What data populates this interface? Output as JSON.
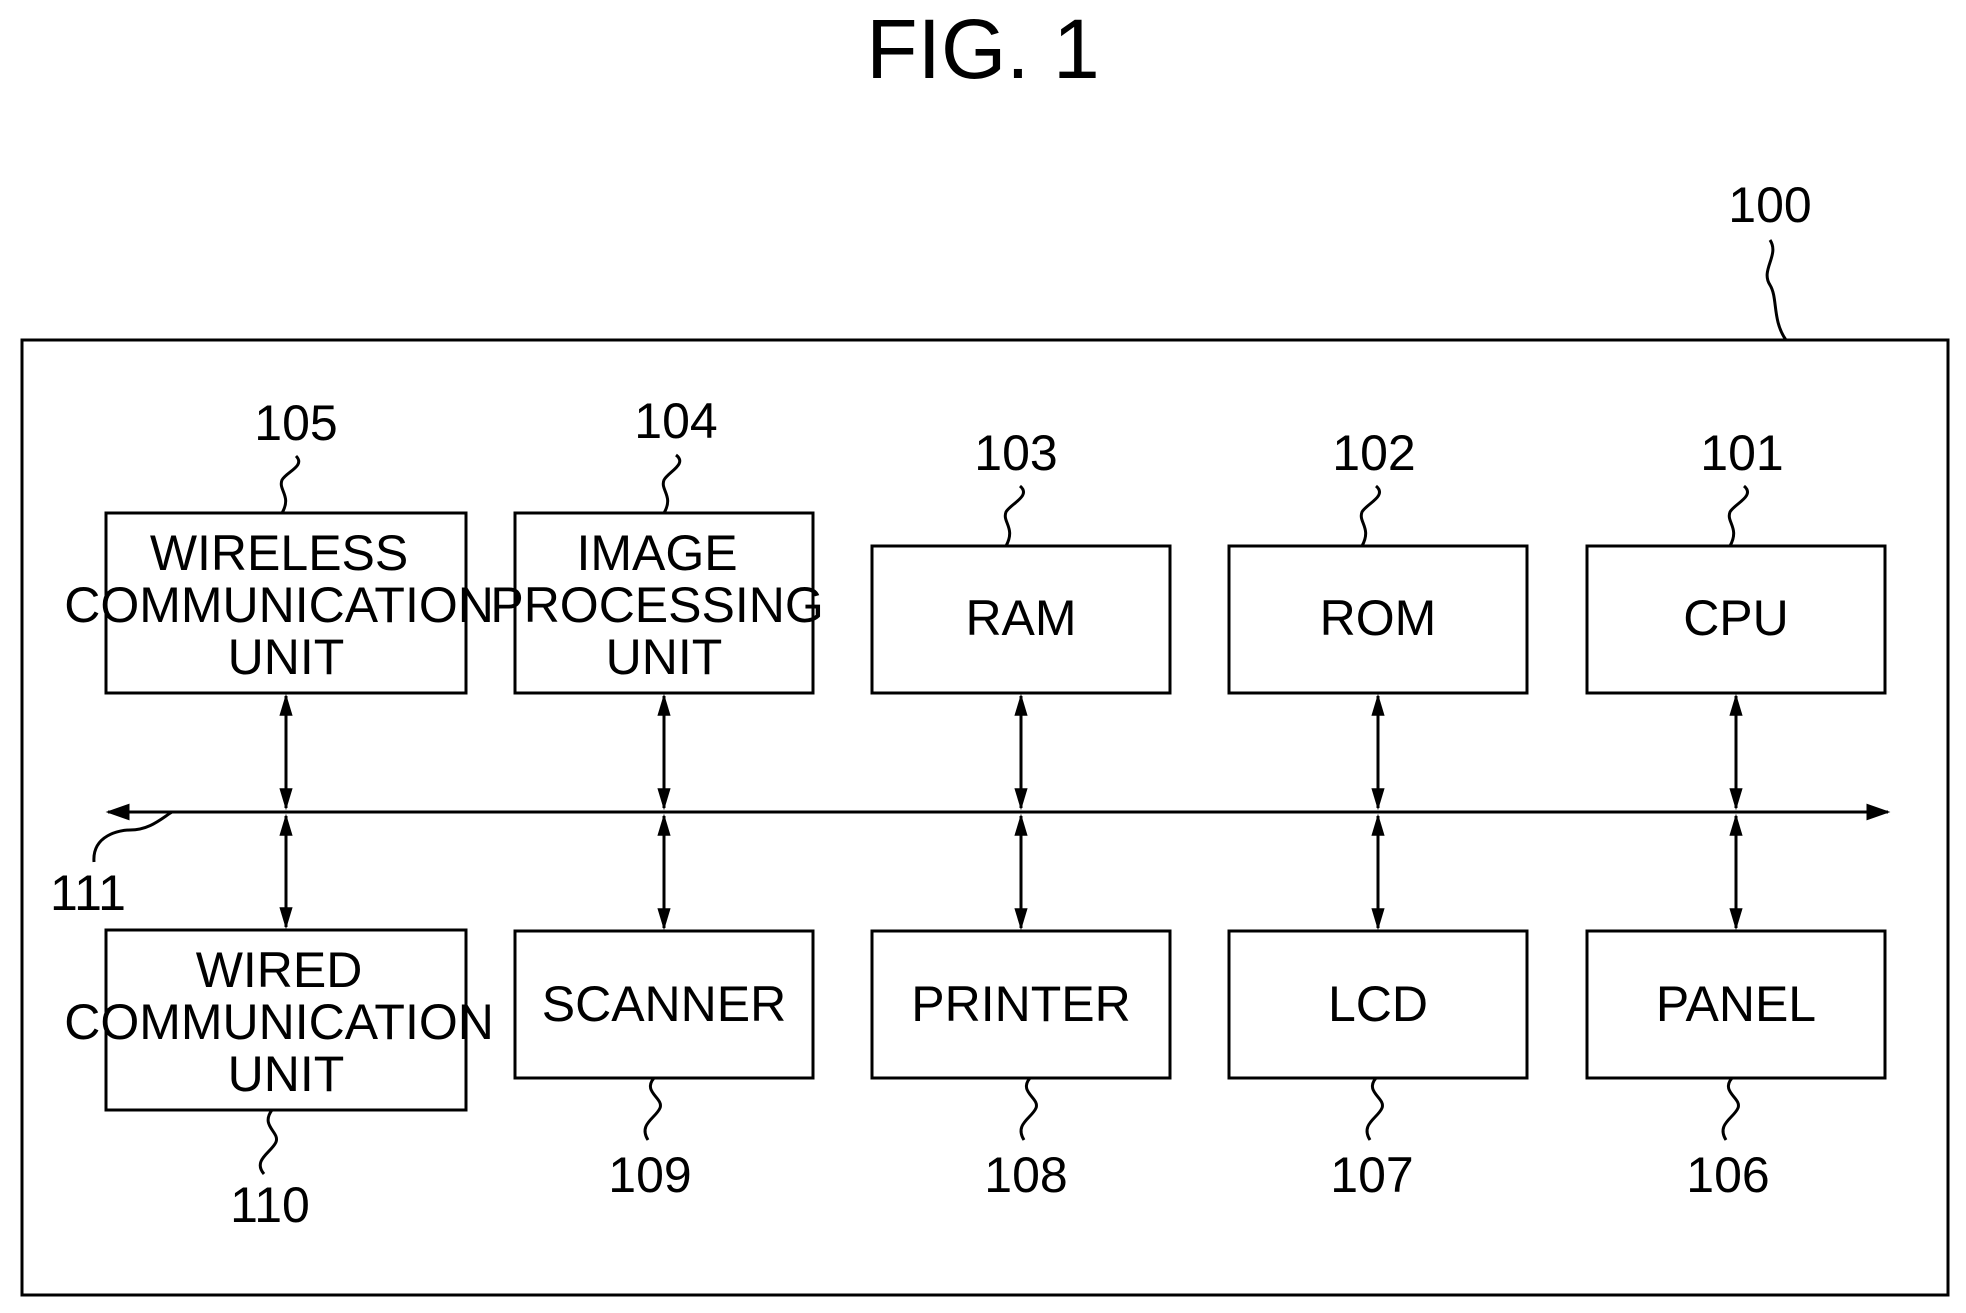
{
  "figure": {
    "title": "FIG. 1",
    "device_ref": "100",
    "bus_ref": "111"
  },
  "blocks": {
    "wireless": {
      "lines": [
        "WIRELESS",
        "COMMUNICATION",
        "UNIT"
      ],
      "ref": "105"
    },
    "image_proc": {
      "lines": [
        "IMAGE",
        "PROCESSING",
        "UNIT"
      ],
      "ref": "104"
    },
    "ram": {
      "lines": [
        "RAM"
      ],
      "ref": "103"
    },
    "rom": {
      "lines": [
        "ROM"
      ],
      "ref": "102"
    },
    "cpu": {
      "lines": [
        "CPU"
      ],
      "ref": "101"
    },
    "wired": {
      "lines": [
        "WIRED",
        "COMMUNICATION",
        "UNIT"
      ],
      "ref": "110"
    },
    "scanner": {
      "lines": [
        "SCANNER"
      ],
      "ref": "109"
    },
    "printer": {
      "lines": [
        "PRINTER"
      ],
      "ref": "108"
    },
    "lcd": {
      "lines": [
        "LCD"
      ],
      "ref": "107"
    },
    "panel": {
      "lines": [
        "PANEL"
      ],
      "ref": "106"
    }
  }
}
